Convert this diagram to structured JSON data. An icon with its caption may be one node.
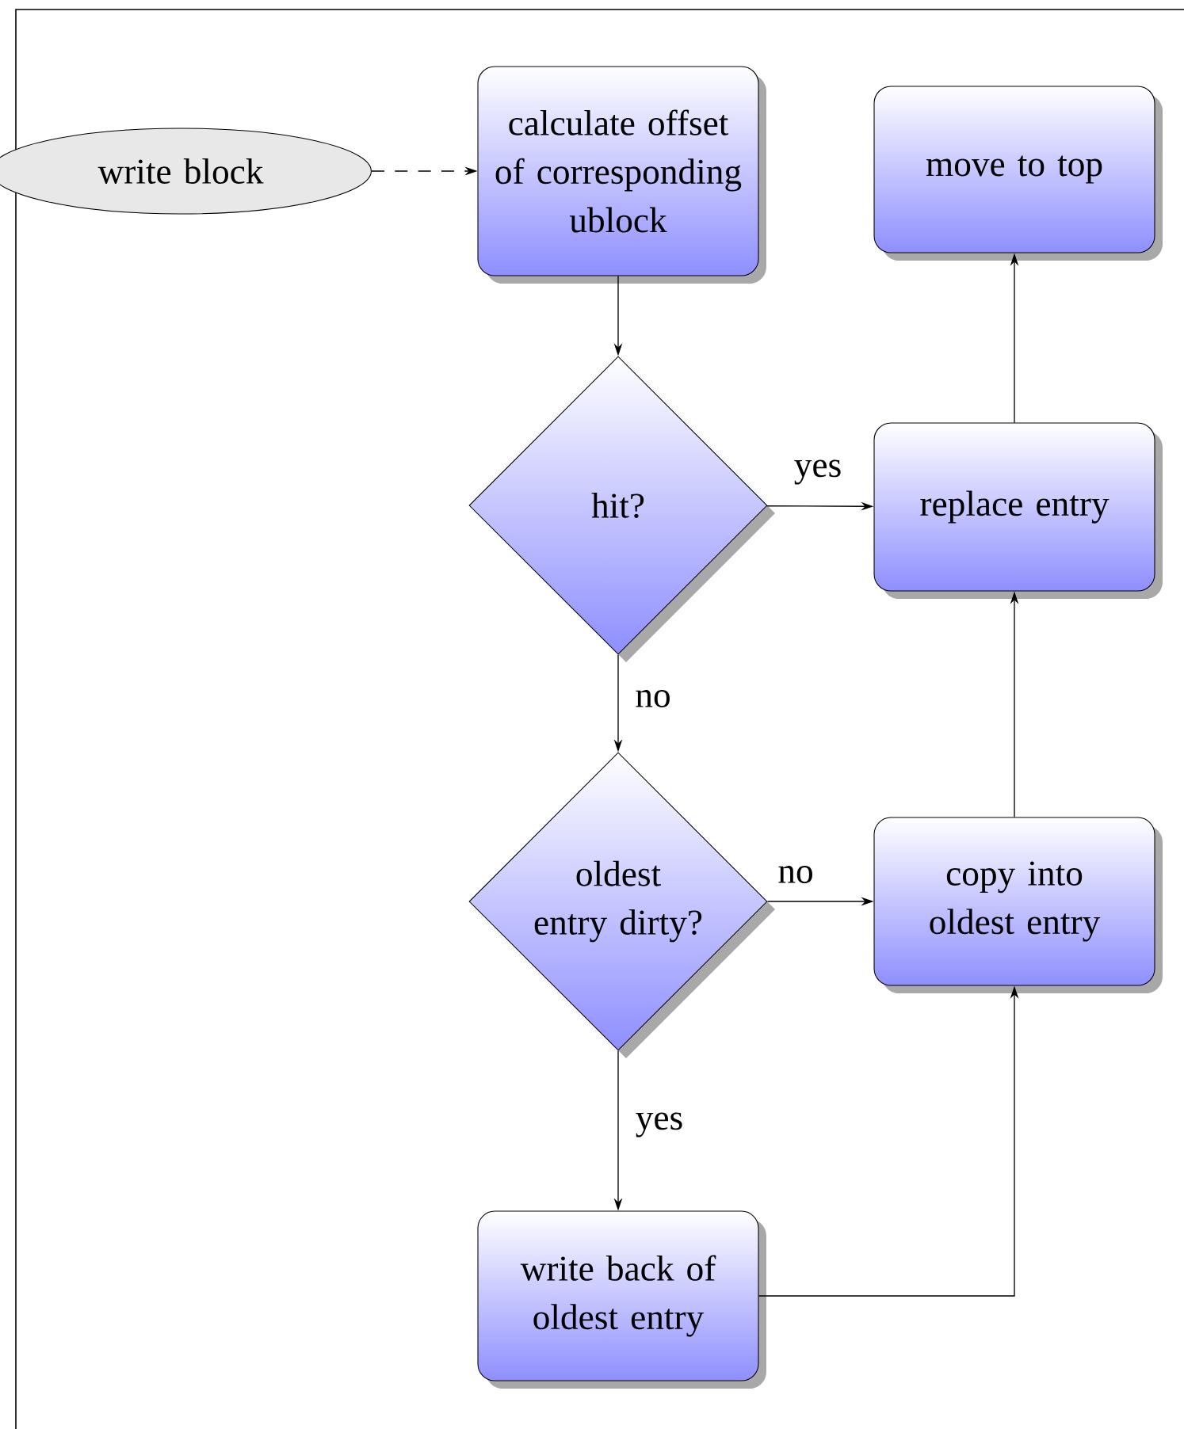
{
  "diagram": {
    "nodes": [
      {
        "text": [
          "write block"
        ]
      },
      {
        "text": [
          "calculate offset of corresponding ublock"
        ]
      },
      {
        "text": [
          "move to top"
        ]
      },
      {
        "text": [
          "hit?"
        ]
      },
      {
        "text": [
          "replace entry"
        ]
      },
      {
        "text": [
          "oldest entry dirty?"
        ]
      },
      {
        "text": [
          "copy into oldest entry"
        ]
      },
      {
        "text": [
          "write back of oldest entry"
        ]
      }
    ],
    "edges": [
      {
        "from": 0,
        "to": 1,
        "arrow": "to",
        "style": "dashed"
      },
      {
        "from": 1,
        "to": 3,
        "arrow": "to"
      },
      {
        "from": 3,
        "to": 4,
        "arrow": "to",
        "label": "yes"
      },
      {
        "from": 3,
        "to": 5,
        "arrow": "to",
        "label": "no"
      },
      {
        "from": 5,
        "to": 6,
        "arrow": "to",
        "label": "no"
      },
      {
        "from": 5,
        "to": 7,
        "arrow": "to",
        "label": "yes"
      },
      {
        "from": 7,
        "to": 6,
        "arrow": "to"
      },
      {
        "from": 6,
        "to": 4,
        "arrow": "to"
      },
      {
        "from": 4,
        "to": 2,
        "arrow": "to"
      }
    ]
  }
}
